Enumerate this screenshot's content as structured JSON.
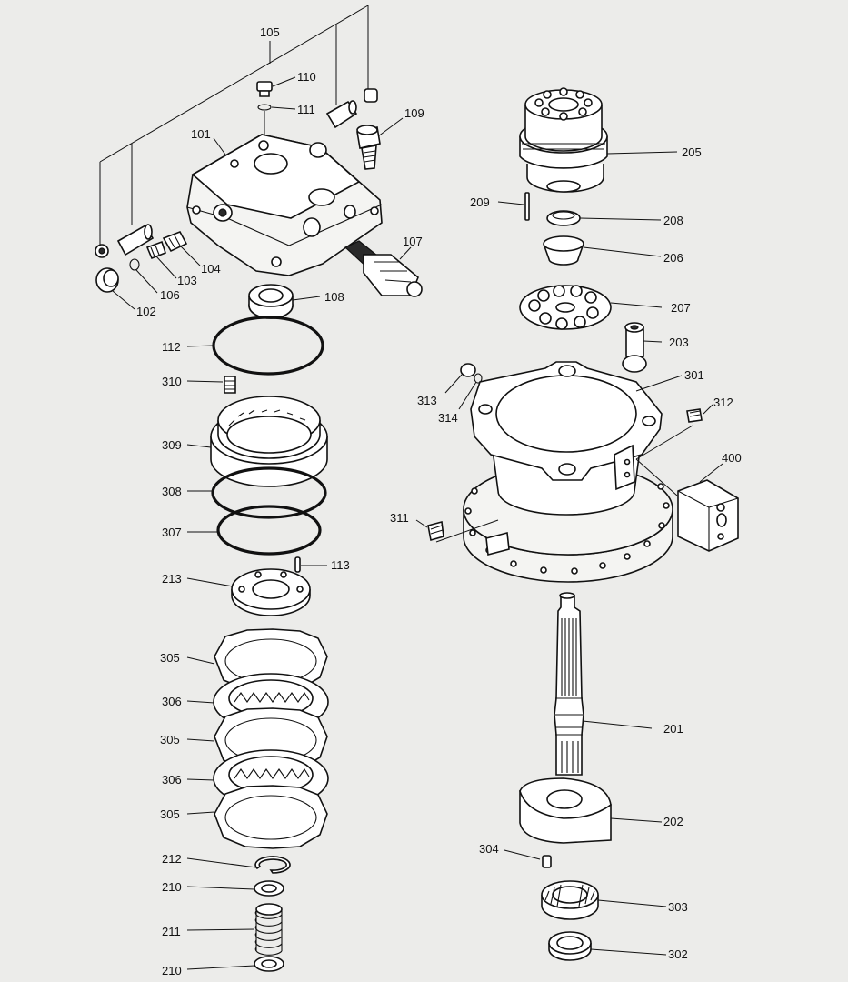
{
  "diagram": {
    "callouts": [
      {
        "id": "c105",
        "text": "105"
      },
      {
        "id": "c110",
        "text": "110"
      },
      {
        "id": "c111",
        "text": "111"
      },
      {
        "id": "c109",
        "text": "109"
      },
      {
        "id": "c101",
        "text": "101"
      },
      {
        "id": "c107",
        "text": "107"
      },
      {
        "id": "c104",
        "text": "104"
      },
      {
        "id": "c103",
        "text": "103"
      },
      {
        "id": "c106",
        "text": "106"
      },
      {
        "id": "c102",
        "text": "102"
      },
      {
        "id": "c108",
        "text": "108"
      },
      {
        "id": "c112",
        "text": "112"
      },
      {
        "id": "c310",
        "text": "310"
      },
      {
        "id": "c309",
        "text": "309"
      },
      {
        "id": "c308",
        "text": "308"
      },
      {
        "id": "c307",
        "text": "307"
      },
      {
        "id": "c213",
        "text": "213"
      },
      {
        "id": "c113",
        "text": "113"
      },
      {
        "id": "c305a",
        "text": "305"
      },
      {
        "id": "c306a",
        "text": "306"
      },
      {
        "id": "c305b",
        "text": "305"
      },
      {
        "id": "c306b",
        "text": "306"
      },
      {
        "id": "c305c",
        "text": "305"
      },
      {
        "id": "c212",
        "text": "212"
      },
      {
        "id": "c210a",
        "text": "210"
      },
      {
        "id": "c211",
        "text": "211"
      },
      {
        "id": "c210b",
        "text": "210"
      },
      {
        "id": "c205",
        "text": "205"
      },
      {
        "id": "c209",
        "text": "209"
      },
      {
        "id": "c208",
        "text": "208"
      },
      {
        "id": "c206",
        "text": "206"
      },
      {
        "id": "c207",
        "text": "207"
      },
      {
        "id": "c203",
        "text": "203"
      },
      {
        "id": "c301",
        "text": "301"
      },
      {
        "id": "c313",
        "text": "313"
      },
      {
        "id": "c314",
        "text": "314"
      },
      {
        "id": "c312",
        "text": "312"
      },
      {
        "id": "c400",
        "text": "400"
      },
      {
        "id": "c311",
        "text": "311"
      },
      {
        "id": "c201",
        "text": "201"
      },
      {
        "id": "c202",
        "text": "202"
      },
      {
        "id": "c304",
        "text": "304"
      },
      {
        "id": "c303",
        "text": "303"
      },
      {
        "id": "c302",
        "text": "302"
      }
    ]
  }
}
